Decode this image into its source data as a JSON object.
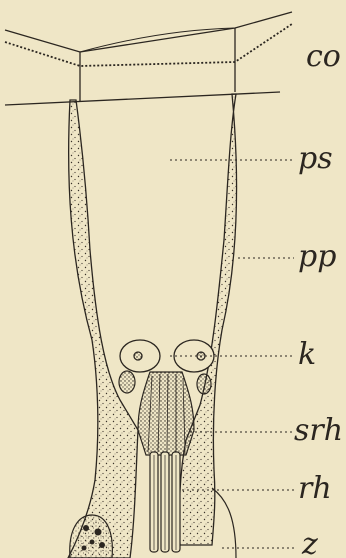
{
  "figure": {
    "labels": {
      "co": "co",
      "ps": "ps",
      "pp": "pp",
      "k": "k",
      "srh": "srh",
      "rh": "rh",
      "z": "z"
    },
    "colors": {
      "paper": "#efe6c6",
      "ink": "#2b2620"
    }
  }
}
